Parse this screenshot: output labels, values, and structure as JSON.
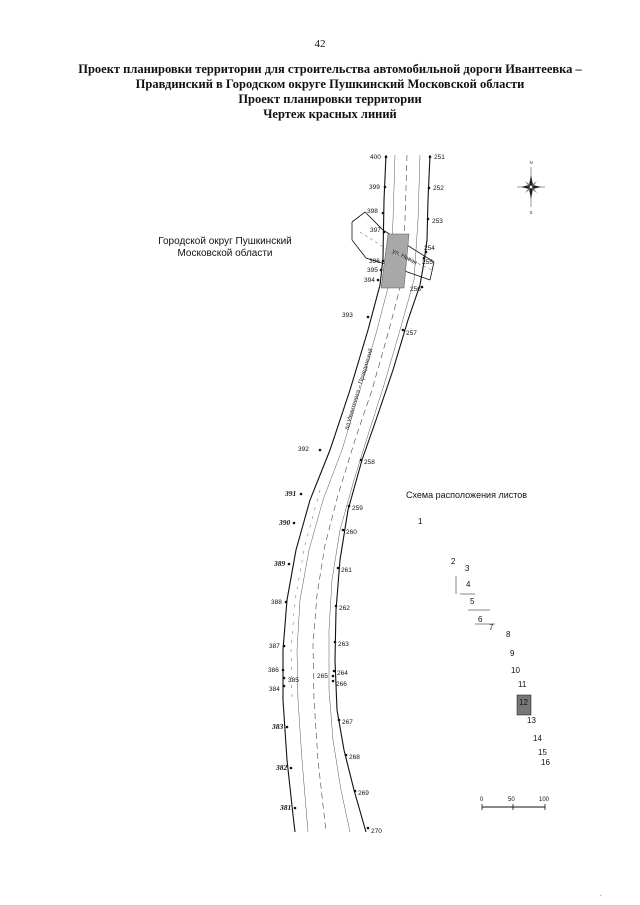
{
  "page_number": "42",
  "title_lines": [
    "Проект планировки территории для строительства автомобильной дороги Ивантеевка –",
    "Правдинский в Городском округе Пушкинский Московской области",
    "Проект планировки территории",
    "Чертеж красных линий"
  ],
  "district_label": [
    "Городской округ Пушкинский",
    "Московской области"
  ],
  "road_label": "ад Ивантеевка – Правдинский",
  "side_road_label": "ул. Новая",
  "scheme": {
    "title": "Схема расположения листов",
    "sheets": [
      "1",
      "2",
      "3",
      "4",
      "5",
      "6",
      "7",
      "8",
      "9",
      "10",
      "11",
      "12",
      "13",
      "14",
      "15",
      "16"
    ],
    "highlighted_sheet": "12"
  },
  "scale_bar": {
    "labels": [
      "0",
      "50",
      "100"
    ]
  },
  "compass": {
    "north_letter": "N",
    "south_letter": "S"
  },
  "left_points": [
    "400",
    "399",
    "398",
    "397",
    "396",
    "395",
    "394",
    "393",
    "392",
    "391",
    "390",
    "389",
    "388",
    "387",
    "386",
    "385",
    "384",
    "383",
    "382",
    "381"
  ],
  "right_points": [
    "251",
    "252",
    "253",
    "254",
    "255",
    "256",
    "257",
    "258",
    "259",
    "260",
    "261",
    "262",
    "263",
    "264",
    "265",
    "266",
    "267",
    "268",
    "269",
    "270"
  ],
  "colors": {
    "ink": "#111111",
    "fill_grey": "#a8a8a8",
    "paper": "#ffffff"
  }
}
